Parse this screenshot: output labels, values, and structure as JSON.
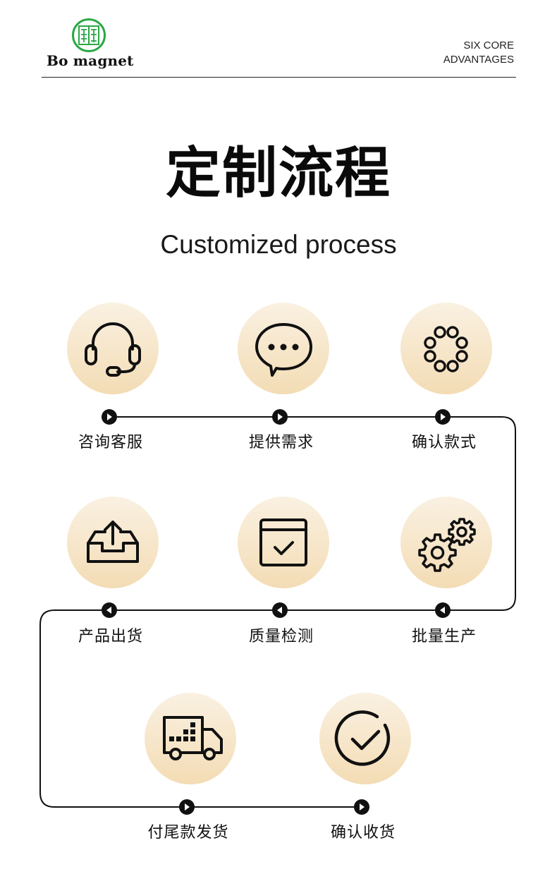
{
  "header": {
    "brand_name": "Bo magnet",
    "tagline_line1": "SIX CORE",
    "tagline_line2": "ADVANTAGES"
  },
  "title": "定制流程",
  "subtitle": "Customized process",
  "steps": [
    {
      "label": "咨询客服",
      "icon": "headset-icon"
    },
    {
      "label": "提供需求",
      "icon": "chat-bubble-icon"
    },
    {
      "label": "确认款式",
      "icon": "bead-ring-icon"
    },
    {
      "label": "产品出货",
      "icon": "outbox-upload-icon"
    },
    {
      "label": "质量检测",
      "icon": "calendar-check-icon"
    },
    {
      "label": "批量生产",
      "icon": "gears-icon"
    },
    {
      "label": "付尾款发货",
      "icon": "delivery-truck-icon"
    },
    {
      "label": "确认收货",
      "icon": "check-circle-icon"
    }
  ],
  "colors": {
    "logo_green": "#2aa845",
    "circle_top": "#faf1e2",
    "circle_bottom": "#f3dcb4",
    "line": "#111111"
  }
}
